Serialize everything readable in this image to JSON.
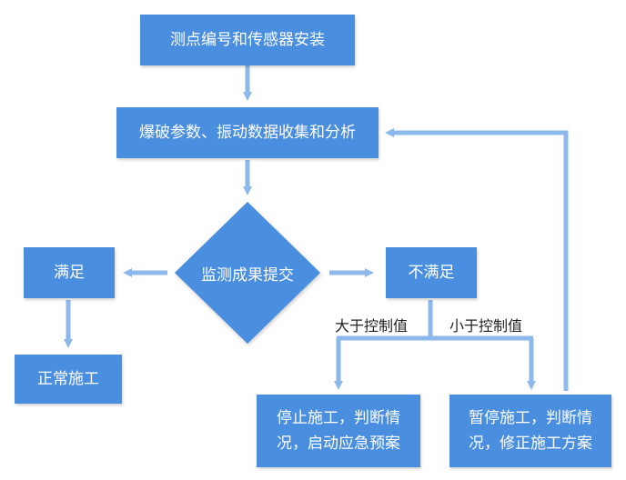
{
  "nodes": {
    "install": "测点编号和传感器安装",
    "analysis": "爆破参数、振动数据收集和分析",
    "decision": "监测成果提交",
    "satisfied": "满足",
    "not_satisfied": "不满足",
    "normal": "正常施工",
    "stop": "停止施工，判断情况，启动应急预案",
    "pause": "暂停施工，判断情况，修正施工方案"
  },
  "edge_labels": {
    "above": "大于控制值",
    "below": "小于控制值"
  },
  "colors": {
    "node_fill": "#4a8ee0",
    "arrow": "#8db8ec",
    "node_text": "#ffffff"
  }
}
